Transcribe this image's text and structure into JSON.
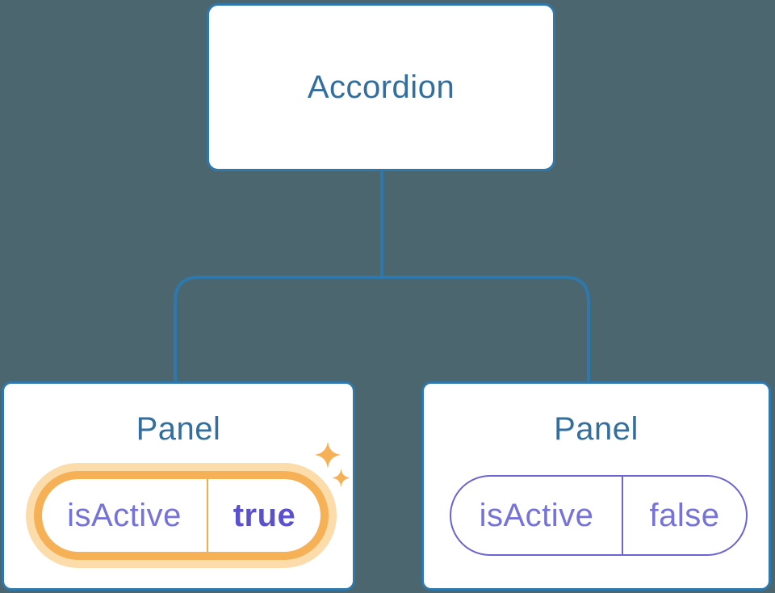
{
  "diagram": {
    "description": "Component tree showing an Accordion parent with two Panel children and their isActive state",
    "root": {
      "label": "Accordion"
    },
    "panels": [
      {
        "title": "Panel",
        "prop_name": "isActive",
        "prop_value": "true",
        "active": true,
        "decoration": "sparkle-icons highlight around state pill"
      },
      {
        "title": "Panel",
        "prop_name": "isActive",
        "prop_value": "false",
        "active": false
      }
    ],
    "icons": [
      "sparkle-large-icon",
      "sparkle-small-icon"
    ],
    "colors": {
      "background": "#4c6670",
      "node_border": "#2e78ab",
      "connector_line": "#2e78ab",
      "node_fill": "#ffffff",
      "node_label_text": "#336f9e",
      "state_text_purple": "#7572d9",
      "state_value_active_purple": "#5b51cc",
      "inactive_pill_border": "#6b64d4",
      "highlight_orange": "#f6b055",
      "highlight_halo": "#fcdcaa",
      "highlight_divider": "#f2ab50"
    }
  }
}
